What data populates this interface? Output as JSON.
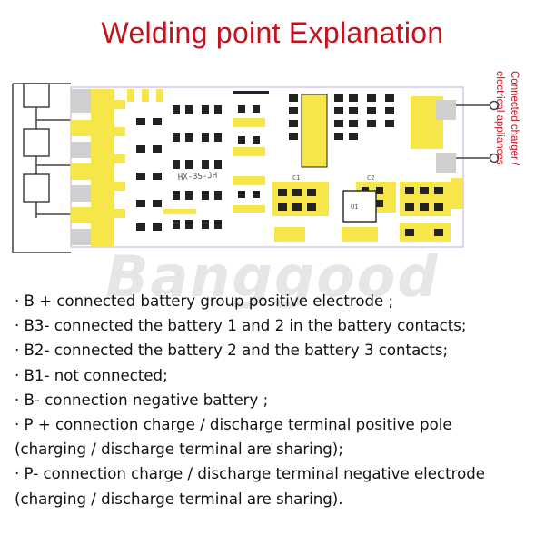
{
  "title": "Welding point Explanation",
  "side_labels": {
    "electrical_appliances": "electrical appliances",
    "connected_charger": "Connected charger /"
  },
  "watermark": "Banggood",
  "board_text": {
    "id": "HX-3S-JH",
    "c1": "C1",
    "c2": "C2",
    "u1": "U1"
  },
  "notes": [
    "· B + connected battery group positive electrode ;",
    "· B3- connected the battery 1 and 2 in the battery contacts;",
    "· B2- connected  the battery 2 and the battery 3 contacts;",
    "· B1- not connected;",
    "· B- connection negative battery ;",
    "· P + connection charge / discharge terminal positive pole",
    "(charging / discharge terminal are sharing);",
    "· P- connection charge / discharge terminal negative electrode",
    "(charging / discharge terminal are sharing)."
  ],
  "colors": {
    "title": "#c1121f",
    "pcb": "#ffffff",
    "pad": "#f7e64a",
    "wire": "#444444"
  }
}
